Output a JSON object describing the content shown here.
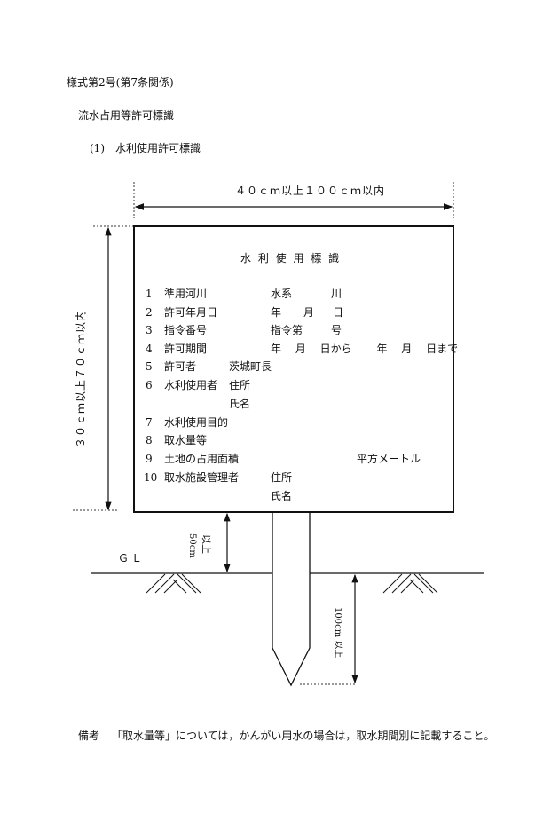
{
  "header": {
    "form_number": "様式第2号(第7条関係)",
    "title": "流水占用等許可標識",
    "subtitle_num": "(1)",
    "subtitle": "水利使用許可標識"
  },
  "dimensions": {
    "width": "４０ｃｍ以上１００ｃｍ以内",
    "height": "３０ｃｍ以上７０ｃｍ以内",
    "clearance_a": "50cm",
    "clearance_b": "以上",
    "depth": "100cm 以上",
    "ground_level": "ＧＬ"
  },
  "sign": {
    "title": "水 利 使 用 標 識",
    "rows": [
      {
        "num": "1",
        "label": "準用河川",
        "c1": "水系",
        "c2": "川"
      },
      {
        "num": "2",
        "label": "許可年月日",
        "c1": "年",
        "c2": "月",
        "c3": "日"
      },
      {
        "num": "3",
        "label": "指令番号",
        "c1": "指令第",
        "c2": "号"
      },
      {
        "num": "4",
        "label": "許可期間",
        "c1": "年　 月　 日から　　 年　 月　 日まで"
      },
      {
        "num": "5",
        "label": "許可者",
        "c1": "茨城町長"
      },
      {
        "num": "6",
        "label": "水利使用者",
        "c1": "住所",
        "c2": "氏名"
      },
      {
        "num": "7",
        "label": "水利使用目的"
      },
      {
        "num": "8",
        "label": "取水量等"
      },
      {
        "num": "9",
        "label": "土地の占用面積",
        "c1": "平方メートル"
      },
      {
        "num": "10",
        "label": "取水施設管理者",
        "c1": "住所",
        "c2": "氏名"
      }
    ]
  },
  "note": {
    "label": "備考",
    "text": "「取水量等」については，かんがい用水の場合は，取水期間別に記載すること。"
  }
}
